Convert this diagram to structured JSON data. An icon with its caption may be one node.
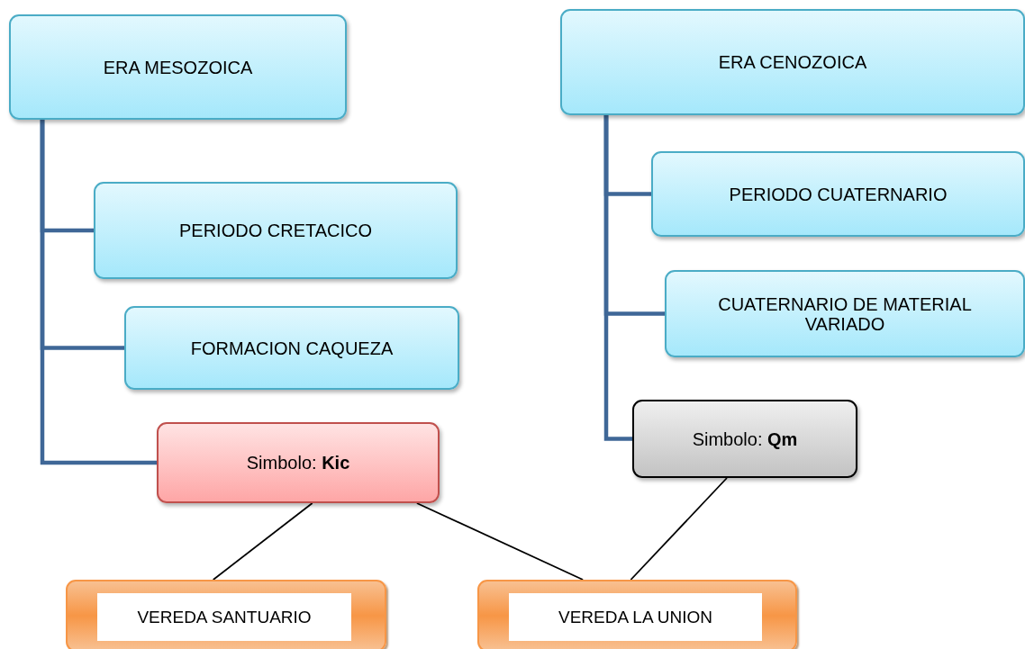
{
  "diagram": {
    "nodes": [
      {
        "text": [
          "ERA MESOZOICA"
        ]
      },
      {
        "text": [
          "PERIODO CRETACICO"
        ]
      },
      {
        "text": [
          "FORMACION CAQUEZA"
        ]
      },
      {
        "text": [
          "Simbolo: **Kic**"
        ]
      },
      {
        "text": [
          "ERA CENOZOICA"
        ]
      },
      {
        "text": [
          "PERIODO CUATERNARIO"
        ]
      },
      {
        "text": [
          "CUATERNARIO DE MATERIAL VARIADO"
        ]
      },
      {
        "text": [
          "Simbolo: **Qm**"
        ]
      },
      {
        "text": [
          "VEREDA SANTUARIO"
        ]
      },
      {
        "text": [
          "VEREDA LA UNION"
        ]
      }
    ],
    "edges": [
      {
        "from": 0,
        "to": 1,
        "arrow": "none"
      },
      {
        "from": 0,
        "to": 2,
        "arrow": "none"
      },
      {
        "from": 0,
        "to": 3,
        "arrow": "none"
      },
      {
        "from": 4,
        "to": 5,
        "arrow": "none"
      },
      {
        "from": 4,
        "to": 6,
        "arrow": "none"
      },
      {
        "from": 4,
        "to": 7,
        "arrow": "none"
      },
      {
        "from": 3,
        "to": 8,
        "arrow": "none",
        "color": "#000000"
      },
      {
        "from": 3,
        "to": 9,
        "arrow": "none",
        "color": "#000000"
      },
      {
        "from": 7,
        "to": 9,
        "arrow": "none",
        "color": "#000000"
      }
    ]
  }
}
